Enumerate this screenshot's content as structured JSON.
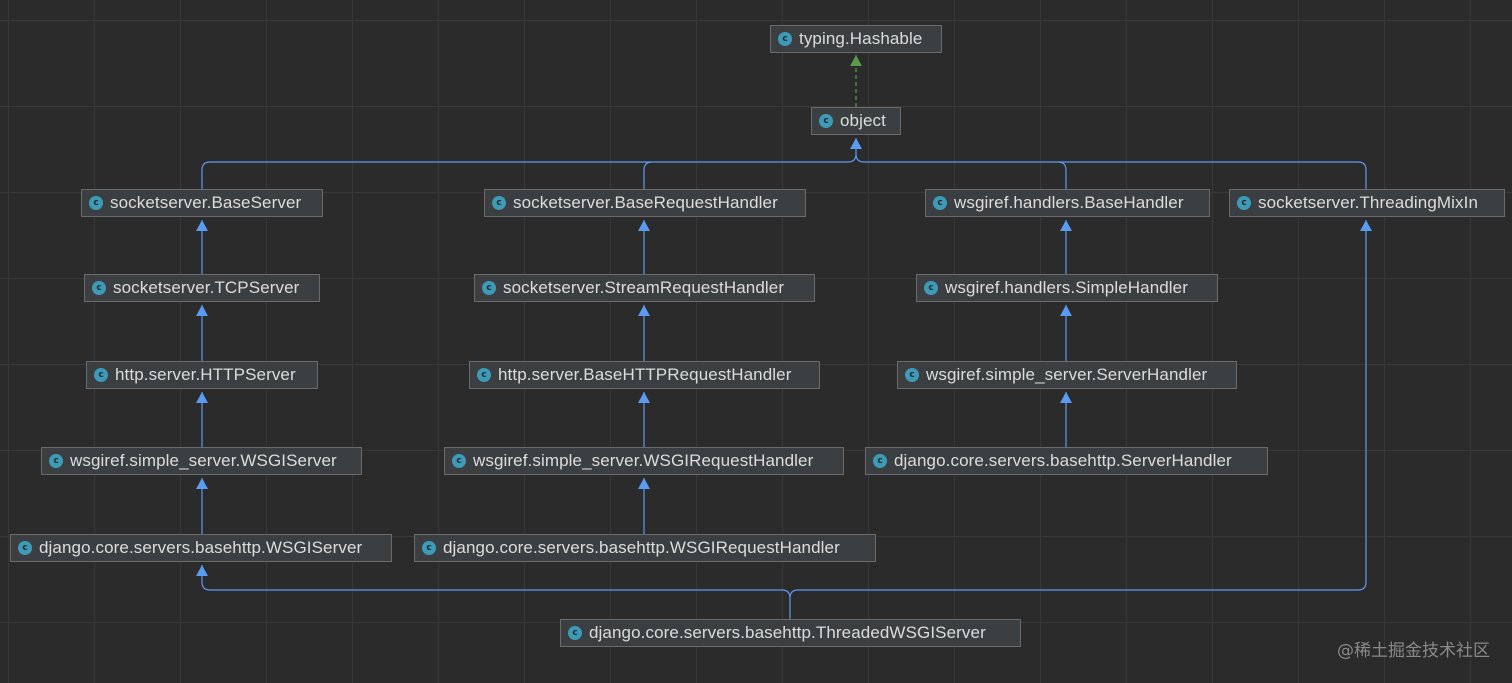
{
  "diagram": {
    "colors": {
      "background": "#2b2b2b",
      "node_fill": "#3c3f41",
      "node_border": "#6b6b6b",
      "node_text": "#dcdcdc",
      "class_icon": "#3e9bb8",
      "inheritance_edge": "#5b9bf0",
      "implements_edge": "#5a9a4a"
    },
    "icon_glyph": "c",
    "nodes": {
      "hashable": "typing.Hashable",
      "object": "object",
      "base_server": "socketserver.BaseServer",
      "base_request_handler": "socketserver.BaseRequestHandler",
      "wsgiref_base_handler": "wsgiref.handlers.BaseHandler",
      "threading_mixin": "socketserver.ThreadingMixIn",
      "tcp_server": "socketserver.TCPServer",
      "stream_request_handler": "socketserver.StreamRequestHandler",
      "wsgiref_simple_handler": "wsgiref.handlers.SimpleHandler",
      "http_server": "http.server.HTTPServer",
      "base_http_request_handler": "http.server.BaseHTTPRequestHandler",
      "wsgiref_server_handler": "wsgiref.simple_server.ServerHandler",
      "wsgiref_wsgi_server": "wsgiref.simple_server.WSGIServer",
      "wsgiref_wsgi_request_handler": "wsgiref.simple_server.WSGIRequestHandler",
      "django_server_handler": "django.core.servers.basehttp.ServerHandler",
      "django_wsgi_server": "django.core.servers.basehttp.WSGIServer",
      "django_wsgi_request_handler": "django.core.servers.basehttp.WSGIRequestHandler",
      "django_threaded_wsgi_server": "django.core.servers.basehttp.ThreadedWSGIServer"
    },
    "edges": [
      {
        "from": "object",
        "to": "hashable",
        "kind": "implements"
      },
      {
        "from": "base_server",
        "to": "object",
        "kind": "extends"
      },
      {
        "from": "base_request_handler",
        "to": "object",
        "kind": "extends"
      },
      {
        "from": "wsgiref_base_handler",
        "to": "object",
        "kind": "extends"
      },
      {
        "from": "threading_mixin",
        "to": "object",
        "kind": "extends"
      },
      {
        "from": "tcp_server",
        "to": "base_server",
        "kind": "extends"
      },
      {
        "from": "http_server",
        "to": "tcp_server",
        "kind": "extends"
      },
      {
        "from": "wsgiref_wsgi_server",
        "to": "http_server",
        "kind": "extends"
      },
      {
        "from": "django_wsgi_server",
        "to": "wsgiref_wsgi_server",
        "kind": "extends"
      },
      {
        "from": "stream_request_handler",
        "to": "base_request_handler",
        "kind": "extends"
      },
      {
        "from": "base_http_request_handler",
        "to": "stream_request_handler",
        "kind": "extends"
      },
      {
        "from": "wsgiref_wsgi_request_handler",
        "to": "base_http_request_handler",
        "kind": "extends"
      },
      {
        "from": "django_wsgi_request_handler",
        "to": "wsgiref_wsgi_request_handler",
        "kind": "extends"
      },
      {
        "from": "wsgiref_simple_handler",
        "to": "wsgiref_base_handler",
        "kind": "extends"
      },
      {
        "from": "wsgiref_server_handler",
        "to": "wsgiref_simple_handler",
        "kind": "extends"
      },
      {
        "from": "django_server_handler",
        "to": "wsgiref_server_handler",
        "kind": "extends"
      },
      {
        "from": "django_threaded_wsgi_server",
        "to": "django_wsgi_server",
        "kind": "extends"
      },
      {
        "from": "django_threaded_wsgi_server",
        "to": "threading_mixin",
        "kind": "extends"
      }
    ]
  },
  "watermark": "@稀土掘金技术社区"
}
